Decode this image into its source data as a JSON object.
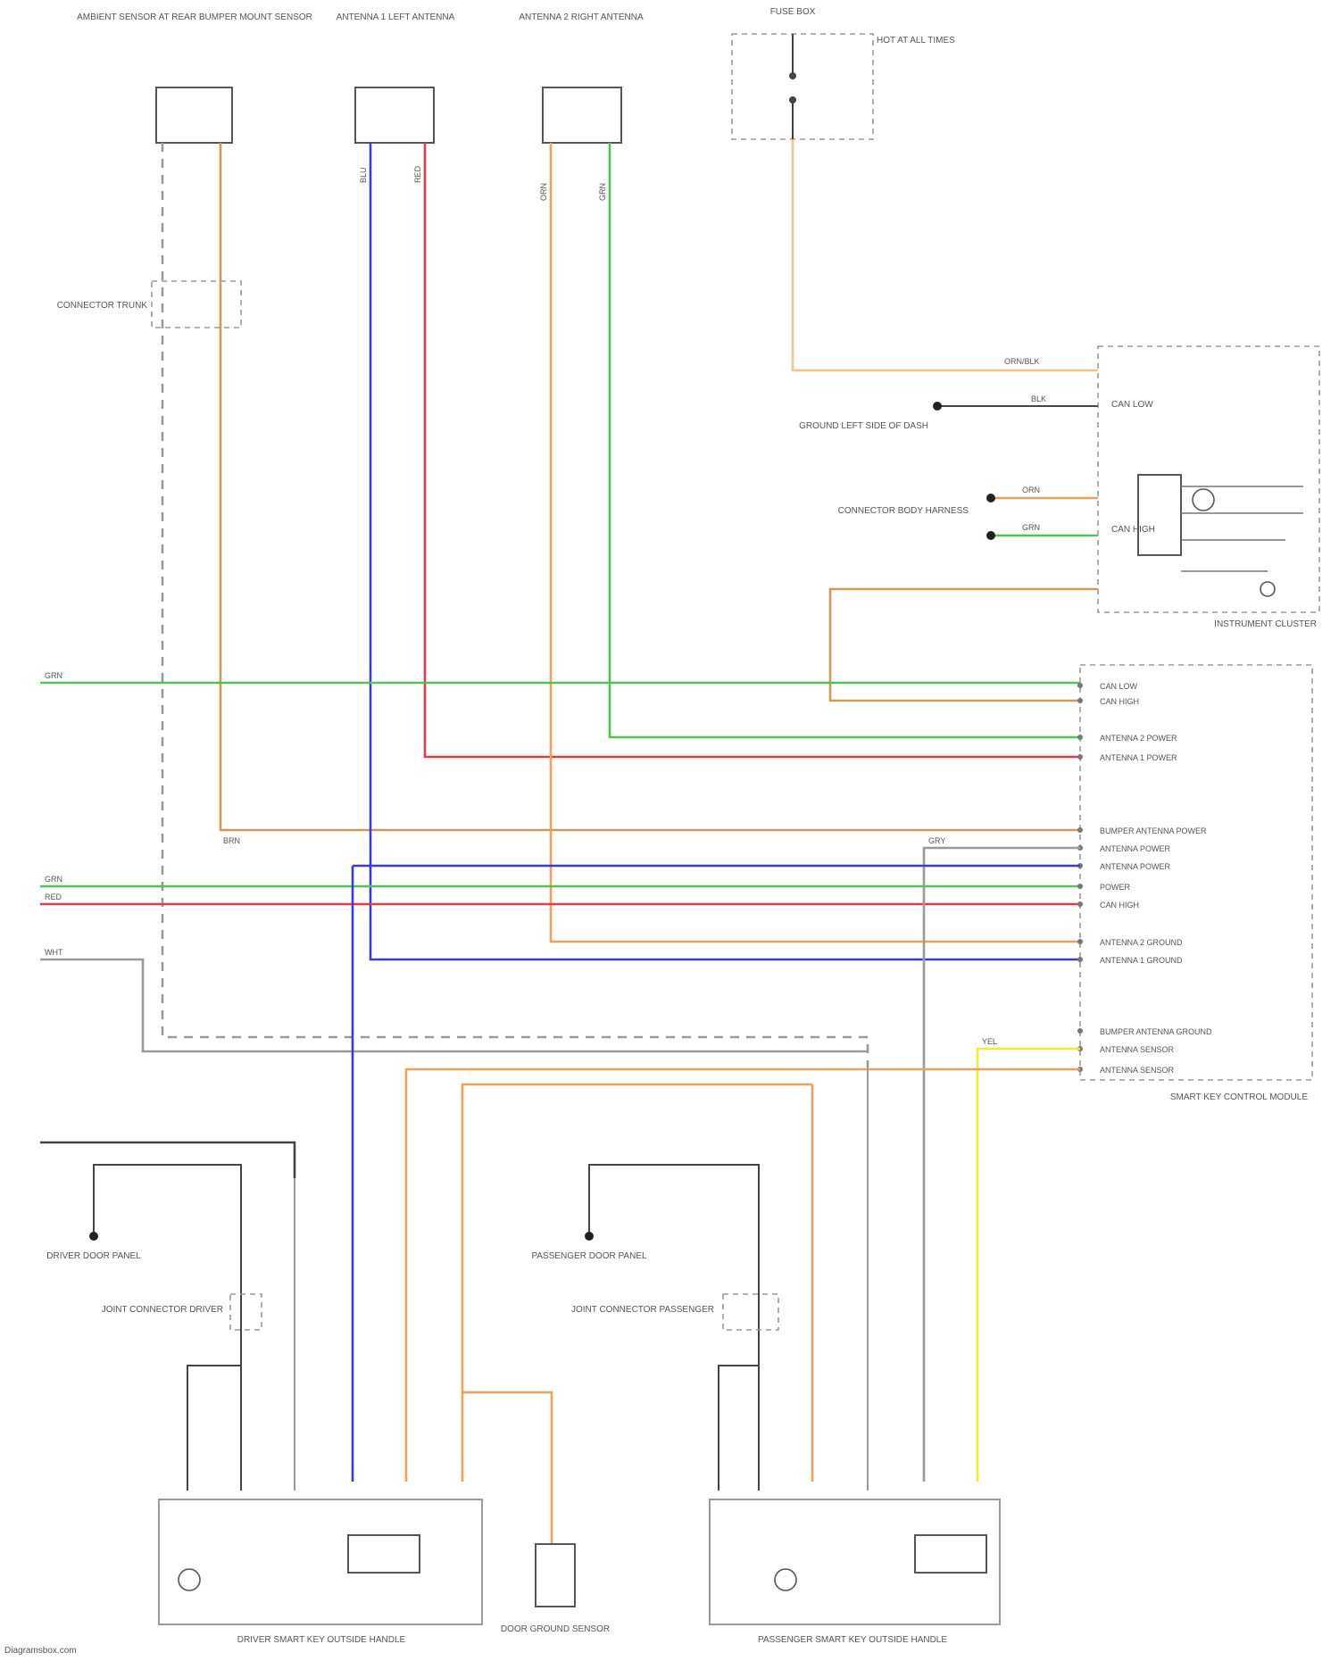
{
  "colors": {
    "background": "#ffffff",
    "blue": "#3b3bdc",
    "red": "#e33b4a",
    "orange": "#f0a156",
    "green": "#4fc54f",
    "yellow": "#ecec3a",
    "tan": "#cf9b54",
    "gray": "#9a9a9a",
    "dark": "#444444"
  },
  "footer": {
    "credit": "Diagramsbox.com"
  },
  "components": {
    "sensor_rear_bumper": "AMBIENT SENSOR AT REAR BUMPER MOUNT SENSOR",
    "antenna_left": "ANTENNA 1 LEFT ANTENNA",
    "antenna_right": "ANTENNA 2 RIGHT ANTENNA",
    "hot_at_all_times": "HOT AT ALL TIMES",
    "fuse_box": "FUSE BOX",
    "connector_trunk": "CONNECTOR TRUNK",
    "ground_left_side": "GROUND LEFT SIDE OF DASH",
    "connector_body_harness": "CONNECTOR BODY HARNESS",
    "instrument_cluster": "INSTRUMENT CLUSTER",
    "smart_key_module": "SMART KEY CONTROL MODULE",
    "driver_door_panel": "DRIVER DOOR PANEL",
    "passenger_door_panel": "PASSENGER DOOR PANEL",
    "joint_connector_driver": "JOINT CONNECTOR DRIVER",
    "joint_connector_passenger": "JOINT CONNECTOR PASSENGER",
    "driver_handle_module": "DRIVER SMART KEY OUTSIDE HANDLE",
    "passenger_handle_module": "PASSENGER SMART KEY OUTSIDE HANDLE",
    "door_ground_sensor": "DOOR GROUND SENSOR"
  },
  "module_pins": [
    "CAN LOW",
    "CAN HIGH",
    "ANTENNA 2 POWER",
    "ANTENNA 1 POWER",
    "BUMPER ANTENNA POWER",
    "ANTENNA POWER",
    "ANTENNA POWER",
    "POWER",
    "CAN HIGH",
    "ANTENNA 2 GROUND",
    "ANTENNA 1 GROUND",
    "BUMPER ANTENNA GROUND",
    "ANTENNA SENSOR",
    "ANTENNA SENSOR"
  ],
  "cluster_pins": [
    "CAN LOW",
    "CAN HIGH"
  ],
  "wire_labels": {
    "orange_black": "ORN/BLK",
    "blue": "BLU",
    "red": "RED",
    "green": "GRN",
    "orange": "ORN",
    "white": "WHT",
    "yellow": "YEL",
    "gray": "GRY",
    "brown": "BRN",
    "black": "BLK"
  }
}
